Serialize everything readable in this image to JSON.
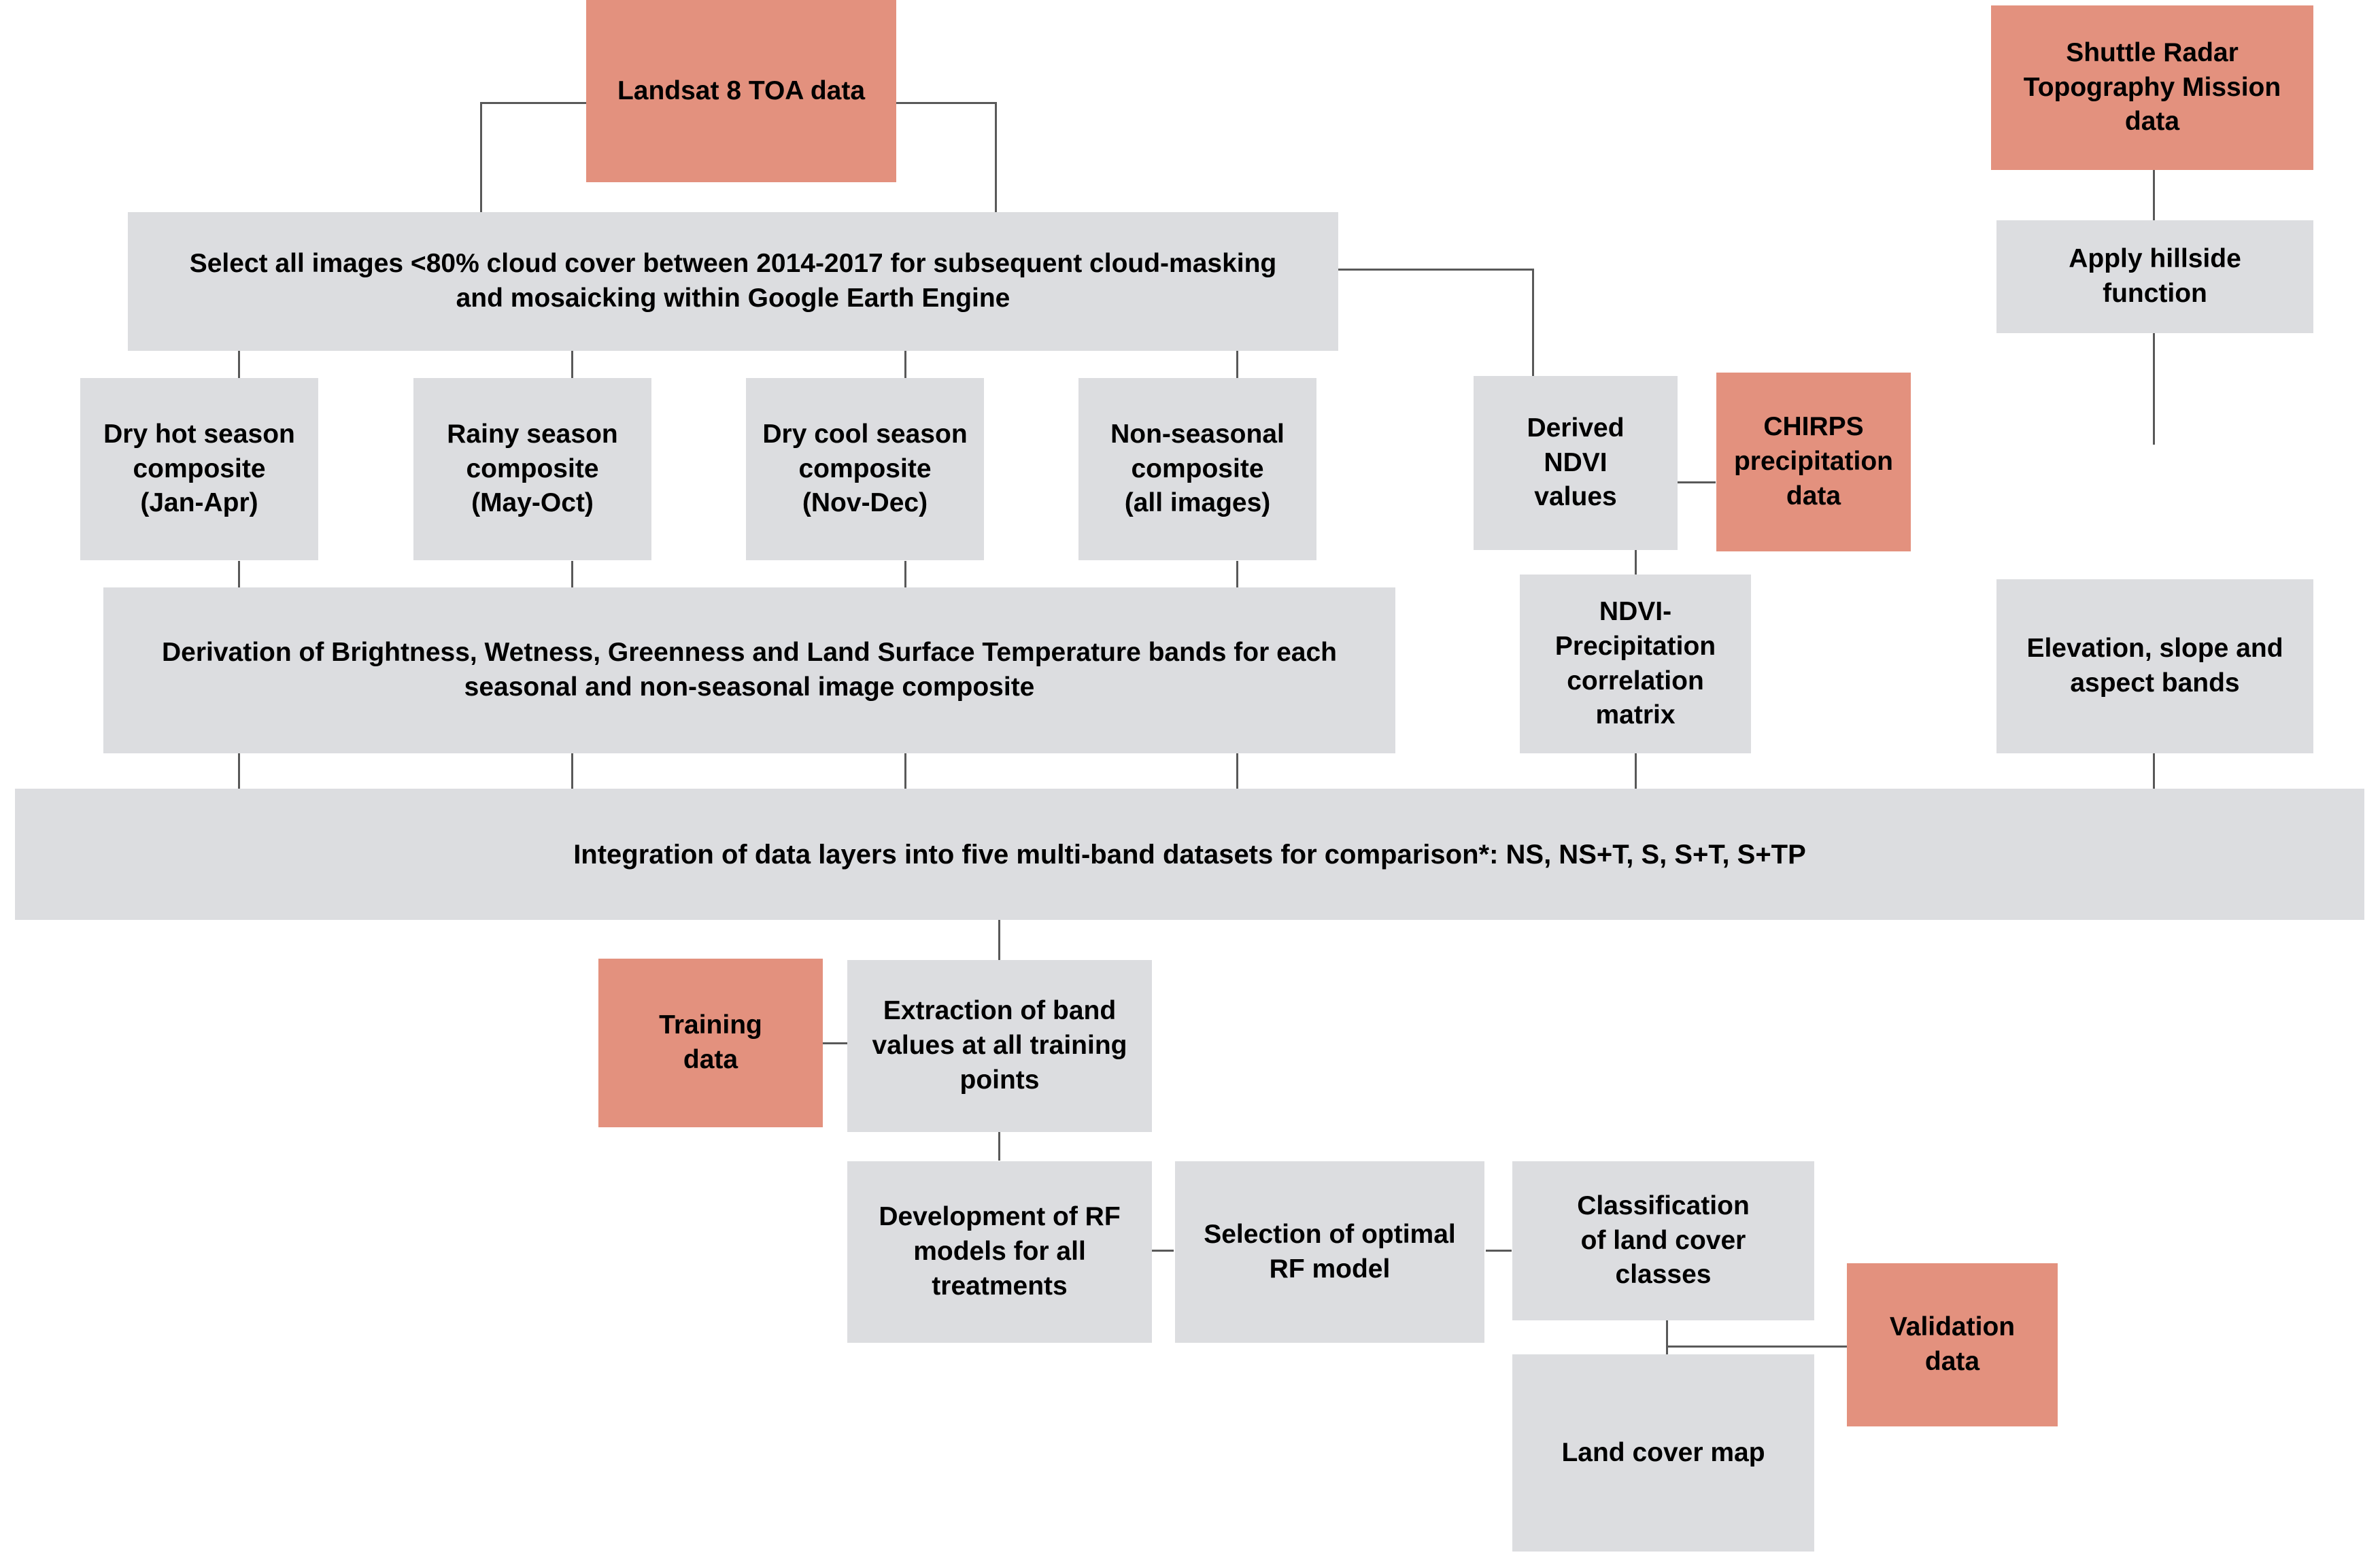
{
  "diagram": {
    "title": "Remote sensing land cover classification methodology flowchart",
    "colors": {
      "data_source_fill": "#E3917E",
      "process_fill": "#DCDDE0",
      "connector": "#595959",
      "text": "#000000"
    },
    "legend_note": "*",
    "nodes": {
      "landsat": "Landsat 8 TOA data",
      "srtm": "Shuttle Radar Topography Mission data",
      "select_images": "Select all images <80% cloud cover between 2014-2017 for subsequent cloud-masking and mosaicking within Google Earth Engine",
      "apply_hillside": "Apply hillside function",
      "dry_hot": "Dry hot season composite (Jan-Apr)",
      "rainy": "Rainy season composite (May-Oct)",
      "dry_cool": "Dry cool season composite (Nov-Dec)",
      "non_seasonal": "Non-seasonal composite (all images)",
      "derived_ndvi": "Derived NDVI values",
      "chirps": "CHIRPS precipitation data",
      "derivation_bands": "Derivation of Brightness, Wetness, Greenness and Land Surface Temperature  bands for each seasonal and non-seasonal image composite",
      "ndvi_precip_matrix": "NDVI-Precipitation correlation matrix",
      "elevation_bands": "Elevation, slope and aspect bands",
      "integration": "Integration of data layers into five multi-band datasets for comparison*: NS, NS+T, S, S+T, S+TP",
      "integration_plain": "Integration of data layers into five multi-band datasets for comparison*: ",
      "integration_bold": "NS, NS+T, S, S+T, S+TP",
      "training_data": "Training data",
      "extraction": "Extraction of band values at all training points",
      "rf_development": "Development of RF models for all treatments",
      "rf_selection": "Selection of optimal RF model",
      "classification": "Classification of land cover classes",
      "validation_data": "Validation data",
      "land_cover_map": "Land cover map"
    },
    "node_lines": {
      "srtm": [
        "Shuttle Radar",
        "Topography Mission",
        "data"
      ],
      "select_images": [
        "Select all images <80% cloud cover between 2014-2017 for subsequent cloud-masking",
        "and mosaicking within Google Earth Engine"
      ],
      "apply_hillside": [
        "Apply hillside",
        "function"
      ],
      "dry_hot": [
        "Dry hot season",
        "composite",
        "(Jan-Apr)"
      ],
      "rainy": [
        "Rainy season",
        "composite",
        "(May-Oct)"
      ],
      "dry_cool": [
        "Dry cool season",
        "composite",
        "(Nov-Dec)"
      ],
      "non_seasonal": [
        "Non-seasonal",
        "composite",
        "(all images)"
      ],
      "derived_ndvi": [
        "Derived",
        "NDVI",
        "values"
      ],
      "chirps": [
        "CHIRPS",
        "precipitation",
        "data"
      ],
      "derivation_bands": [
        "Derivation of Brightness, Wetness, Greenness and Land Surface Temperature  bands for each",
        "seasonal and non-seasonal image composite"
      ],
      "ndvi_precip_matrix": [
        "NDVI-Precipitation",
        "correlation matrix"
      ],
      "elevation_bands": [
        "Elevation, slope and",
        "aspect bands"
      ],
      "training_data": [
        "Training",
        "data"
      ],
      "extraction": [
        "Extraction of band",
        "values at all training",
        "points"
      ],
      "rf_development": [
        "Development of RF",
        "models for all",
        "treatments"
      ],
      "rf_selection": [
        "Selection of optimal",
        "RF model"
      ],
      "classification": [
        "Classification",
        "of land cover",
        "classes"
      ],
      "validation_data": [
        "Validation",
        "data"
      ],
      "land_cover_map": [
        "Land cover map"
      ]
    }
  }
}
